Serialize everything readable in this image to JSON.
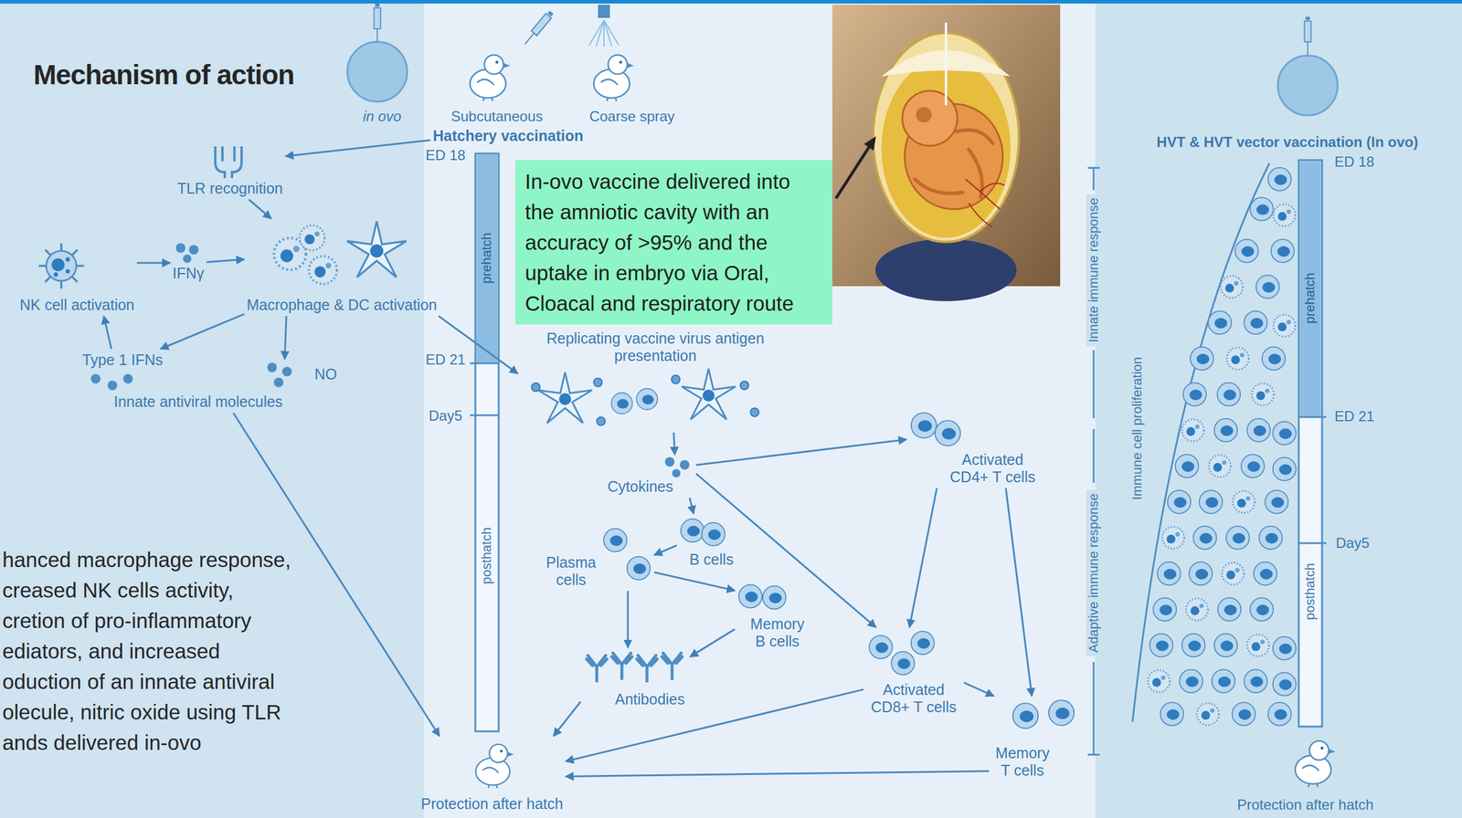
{
  "diagram": {
    "title": "Mechanism of action",
    "nodes": [
      {
        "text": [
          "Hatchery vaccination"
        ]
      },
      {
        "text": [
          "TLR recognition"
        ]
      },
      {
        "text": [
          "In-ovo vaccine delivered into the amniotic cavity with an accuracy of >95% and the uptake in embryo via Oral, Cloacal and respiratory route"
        ]
      },
      {
        "text": [
          "NK cell activation"
        ]
      },
      {
        "text": [
          "IFNγ"
        ]
      },
      {
        "text": [
          "Macrophage & DC activation"
        ]
      },
      {
        "text": [
          "Type 1 IFNs"
        ]
      },
      {
        "text": [
          "NO"
        ]
      },
      {
        "text": [
          "Innate antiviral molecules"
        ]
      },
      {
        "text": [
          "Replicating vaccine virus antigen presentation"
        ]
      },
      {
        "text": [
          "Cytokines"
        ]
      },
      {
        "text": [
          "Activated CD4+ T cells"
        ]
      },
      {
        "text": [
          "B cells"
        ]
      },
      {
        "text": [
          "Plasma cells"
        ]
      },
      {
        "text": [
          "Memory B cells"
        ]
      },
      {
        "text": [
          "Antibodies"
        ]
      },
      {
        "text": [
          "Activated CD8+ T cells"
        ]
      },
      {
        "text": [
          "Memory T cells"
        ]
      },
      {
        "text": [
          "Protection after hatch"
        ]
      }
    ],
    "edges": [
      {
        "from": 0,
        "to": 1,
        "arrow": "to"
      },
      {
        "from": 1,
        "to": 5,
        "arrow": "to"
      },
      {
        "from": 3,
        "to": 4,
        "arrow": "to"
      },
      {
        "from": 4,
        "to": 5,
        "arrow": "to"
      },
      {
        "from": 5,
        "to": 6,
        "arrow": "to"
      },
      {
        "from": 6,
        "to": 3,
        "arrow": "to"
      },
      {
        "from": 5,
        "to": 7,
        "arrow": "to"
      },
      {
        "from": 5,
        "to": 9,
        "arrow": "to"
      },
      {
        "from": 8,
        "to": 18,
        "arrow": "to"
      },
      {
        "from": 9,
        "to": 10,
        "arrow": "to"
      },
      {
        "from": 10,
        "to": 11,
        "arrow": "to"
      },
      {
        "from": 10,
        "to": 12,
        "arrow": "to"
      },
      {
        "from": 10,
        "to": 16,
        "arrow": "to"
      },
      {
        "from": 12,
        "to": 13,
        "arrow": "to"
      },
      {
        "from": 13,
        "to": 14,
        "arrow": "to"
      },
      {
        "from": 13,
        "to": 15,
        "arrow": "to"
      },
      {
        "from": 14,
        "to": 15,
        "arrow": "to"
      },
      {
        "from": 15,
        "to": 18,
        "arrow": "to"
      },
      {
        "from": 11,
        "to": 16,
        "arrow": "to"
      },
      {
        "from": 11,
        "to": 17,
        "arrow": "to"
      },
      {
        "from": 16,
        "to": 17,
        "arrow": "to"
      },
      {
        "from": 16,
        "to": 18,
        "arrow": "to"
      },
      {
        "from": 17,
        "to": 18,
        "arrow": "to"
      }
    ],
    "labels": [
      "in ovo",
      "Subcutaneous",
      "Coarse spray",
      "ED 18",
      "prehatch",
      "ED 21",
      "Day5",
      "posthatch",
      "hanced macrophage response, creased NK cells activity, cretion of pro-inflammatory ediators, and increased oduction of an innate antiviral olecule, nitric oxide using TLR ands delivered in-ovo",
      "HVT & HVT vector vaccination (In ovo)",
      "ED 18",
      "prehatch",
      "ED 21",
      "Day5",
      "posthatch",
      "Innate immune response",
      "Adaptive immune response",
      "Immune cell proliferation",
      "Protection after hatch"
    ]
  }
}
